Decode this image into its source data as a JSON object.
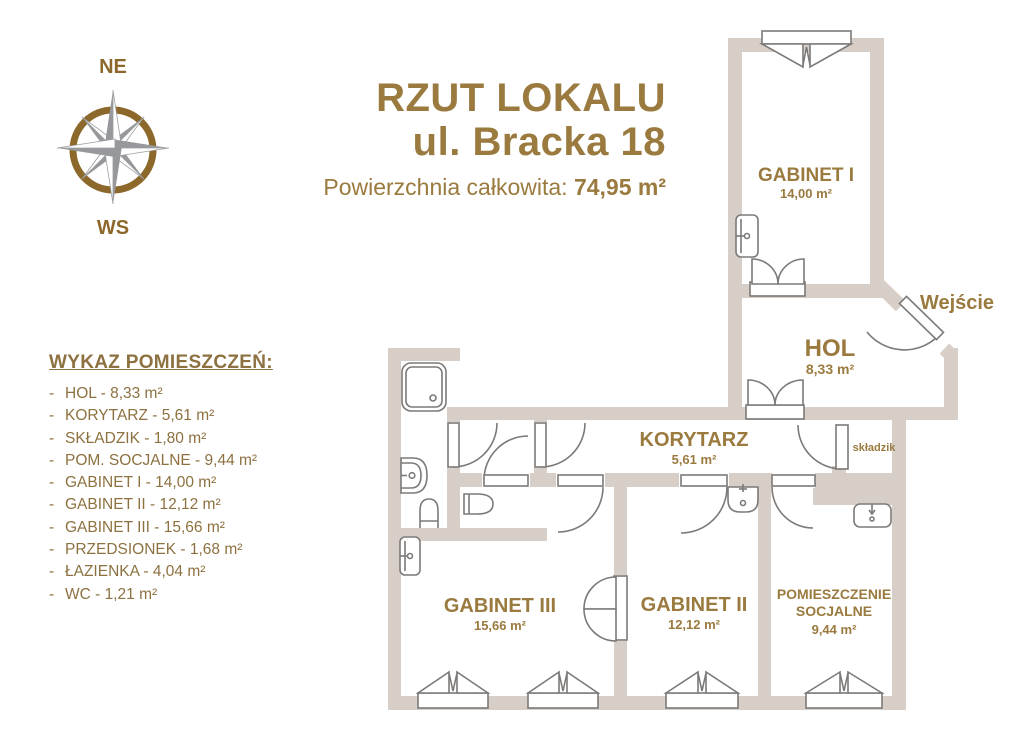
{
  "header": {
    "title_line1": "RZUT LOKALU",
    "title_line2": "ul. Bracka 18",
    "area_label": "Powierzchnia całkowita: ",
    "area_value": "74,95 m²"
  },
  "compass": {
    "north_label": "NE",
    "south_label": "WS"
  },
  "legend": {
    "title": "WYKAZ POMIESZCZEŃ:",
    "bullet": "-",
    "items": [
      "HOL - 8,33 m²",
      "KORYTARZ - 5,61 m²",
      "SKŁADZIK - 1,80 m²",
      "POM. SOCJALNE - 9,44 m²",
      "GABINET I - 14,00 m²",
      "GABINET II - 12,12 m²",
      "GABINET III - 15,66 m²",
      "PRZEDSIONEK - 1,68 m²",
      "ŁAZIENKA - 4,04 m²",
      "WC - 1,21 m²"
    ]
  },
  "floorplan": {
    "entrance_label": "Wejście",
    "rooms": {
      "gabinet1": {
        "name": "GABINET I",
        "area": "14,00 m²"
      },
      "hol": {
        "name": "HOL",
        "area": "8,33 m²"
      },
      "korytarz": {
        "name": "KORYTARZ",
        "area": "5,61 m²"
      },
      "skladzik": {
        "name": "składzik"
      },
      "gabinet3": {
        "name": "GABINET III",
        "area": "15,66 m²"
      },
      "gabinet2": {
        "name": "GABINET II",
        "area": "12,12 m²"
      },
      "pom_socjalne": {
        "name_line1": "POMIESZCZENIE",
        "name_line2": "SOCJALNE",
        "area": "9,44 m²"
      }
    },
    "colors": {
      "wall": "#d8cec8",
      "line": "#7c7a78",
      "text": "#9a7a3e"
    }
  }
}
